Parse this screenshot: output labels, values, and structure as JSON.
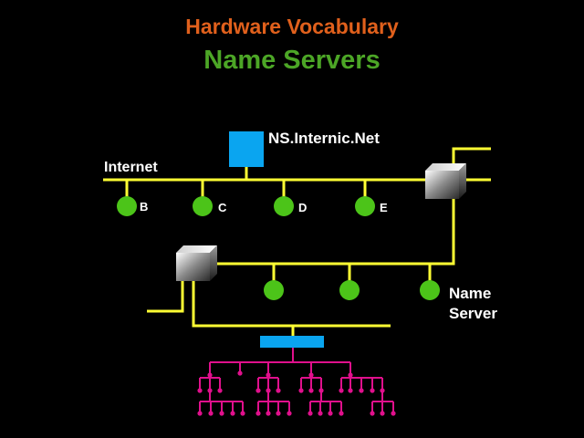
{
  "header": {
    "subtitle": "Hardware Vocabulary",
    "title": "Name Servers"
  },
  "labels": {
    "ns_host": "NS.Internic.Net",
    "internet": "Internet",
    "name_server_line1": "Name",
    "name_server_line2": "Server",
    "nodes": [
      "B",
      "C",
      "D",
      "E"
    ]
  },
  "colors": {
    "subtitle": "#e0601c",
    "title": "#4ca626",
    "cable": "#ffff33",
    "node": "#4cc419",
    "server_box": "#0aa5f0",
    "tree": "#e0108c"
  }
}
